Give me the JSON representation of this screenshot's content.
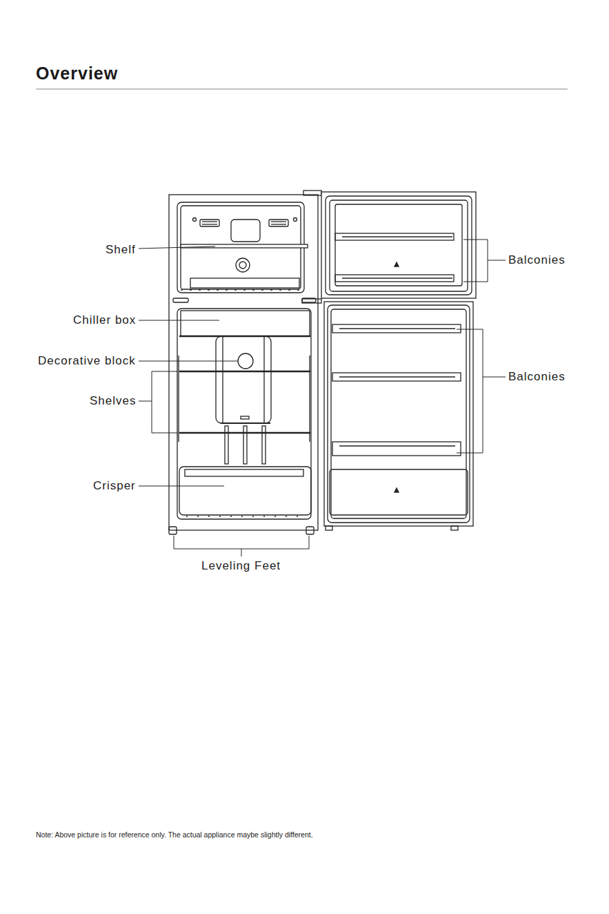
{
  "diagram": {
    "title": "Overview",
    "labels": [
      "Shelf",
      "Chiller box",
      "Decorative block",
      "Shelves",
      "Crisper",
      "Leveling Feet",
      "Balconies",
      "Balconies"
    ],
    "caption": "Note: Above picture is for reference only. The actual appliance maybe slightly different."
  }
}
